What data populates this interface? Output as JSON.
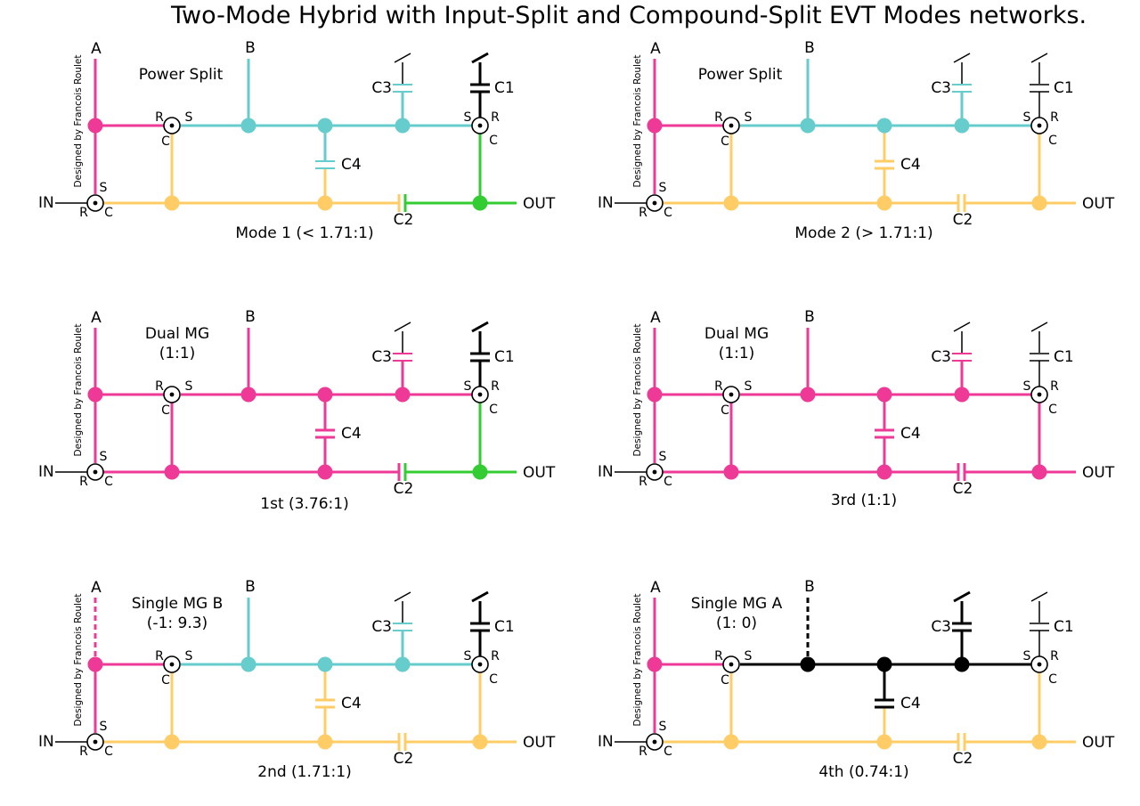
{
  "title": "Two-Mode Hybrid with Input-Split and Compound-Split EVT Modes networks.",
  "watermark": "Designed by Francois Roulet",
  "colors": {
    "magenta": "#ee3a96",
    "teal": "#66cccc",
    "yellow": "#ffcc66",
    "green": "#33cc33",
    "black": "#000000"
  },
  "labels": {
    "a": "A",
    "b": "B",
    "in": "IN",
    "out": "OUT",
    "c1": "C1",
    "c2": "C2",
    "c3": "C3",
    "c4": "C4",
    "ring": "R",
    "sun": "S",
    "carrier": "C"
  },
  "panels": [
    {
      "title_lines": [
        "Power Split"
      ],
      "caption": "Mode 1 (< 1.71:1)",
      "colors": {
        "A": "magenta",
        "R1": "magenta",
        "top": "teal",
        "B": "teal",
        "c3": "teal",
        "c4": "teal",
        "v1": "yellow",
        "bot_mid": "yellow",
        "v2": "green",
        "out": "green",
        "in": "yellow"
      },
      "engaged": {
        "c1": true,
        "c2": false,
        "c3": false,
        "c4": false
      },
      "dashed": {
        "A": false,
        "B": false
      }
    },
    {
      "title_lines": [
        "Power Split"
      ],
      "caption": "Mode 2 (> 1.71:1)",
      "colors": {
        "A": "magenta",
        "R1": "magenta",
        "top": "teal",
        "B": "teal",
        "c3": "teal",
        "c4": "yellow",
        "v1": "yellow",
        "bot_mid": "yellow",
        "v2": "yellow",
        "out": "yellow",
        "in": "yellow"
      },
      "engaged": {
        "c1": false,
        "c2": false,
        "c3": false,
        "c4": true
      },
      "dashed": {
        "A": false,
        "B": false
      }
    },
    {
      "title_lines": [
        "Dual MG",
        "(1:1)"
      ],
      "caption": "1st (3.76:1)",
      "colors": {
        "A": "magenta",
        "R1": "magenta",
        "top": "magenta",
        "B": "magenta",
        "c3": "magenta",
        "c4": "magenta",
        "v1": "magenta",
        "bot_mid": "magenta",
        "v2": "green",
        "out": "green",
        "in": "magenta"
      },
      "engaged": {
        "c1": true,
        "c2": false,
        "c3": false,
        "c4": true
      },
      "dashed": {
        "A": false,
        "B": false
      }
    },
    {
      "title_lines": [
        "Dual MG",
        "(1:1)"
      ],
      "caption": "3rd (1:1)",
      "colors": {
        "A": "magenta",
        "R1": "magenta",
        "top": "magenta",
        "B": "magenta",
        "c3": "magenta",
        "c4": "magenta",
        "v1": "magenta",
        "bot_mid": "magenta",
        "v2": "magenta",
        "out": "magenta",
        "in": "magenta"
      },
      "engaged": {
        "c1": false,
        "c2": true,
        "c3": false,
        "c4": true
      },
      "dashed": {
        "A": false,
        "B": false
      }
    },
    {
      "title_lines": [
        "Single MG B",
        "(-1: 9.3)"
      ],
      "caption": "2nd (1.71:1)",
      "colors": {
        "A": "magenta",
        "R1": "magenta",
        "top": "teal",
        "B": "teal",
        "c3": "teal",
        "c4": "yellow",
        "v1": "yellow",
        "bot_mid": "yellow",
        "v2": "yellow",
        "out": "yellow",
        "in": "yellow"
      },
      "engaged": {
        "c1": true,
        "c2": false,
        "c3": false,
        "c4": true
      },
      "dashed": {
        "A": true,
        "B": false
      }
    },
    {
      "title_lines": [
        "Single MG A",
        "(1: 0)"
      ],
      "caption": "4th (0.74:1)",
      "colors": {
        "A": "magenta",
        "R1": "magenta",
        "top": "black",
        "B": "black",
        "c3": "black",
        "c4": "black",
        "v1": "yellow",
        "bot_mid": "yellow",
        "v2": "yellow",
        "out": "yellow",
        "in": "yellow"
      },
      "engaged": {
        "c1": false,
        "c2": false,
        "c3": true,
        "c4": true
      },
      "dashed": {
        "A": false,
        "B": true
      }
    }
  ]
}
